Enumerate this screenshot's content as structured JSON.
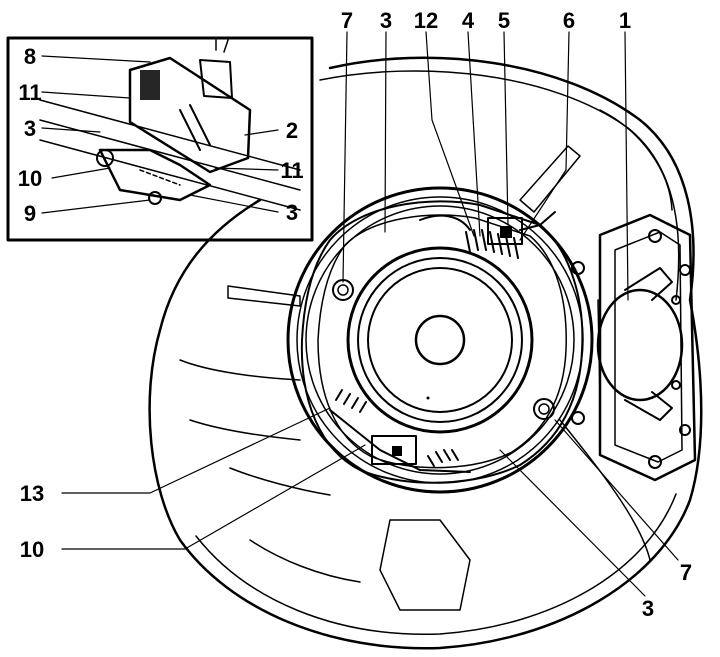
{
  "diagram": {
    "callouts": {
      "main_top": [
        "7",
        "3",
        "12",
        "4",
        "5",
        "6",
        "1"
      ],
      "main_bottom_left": [
        "13",
        "10"
      ],
      "main_bottom_right": [
        "7",
        "3"
      ],
      "inset_left": [
        "8",
        "11",
        "3",
        "10",
        "9"
      ],
      "inset_right": [
        "2",
        "11",
        "3"
      ]
    }
  }
}
